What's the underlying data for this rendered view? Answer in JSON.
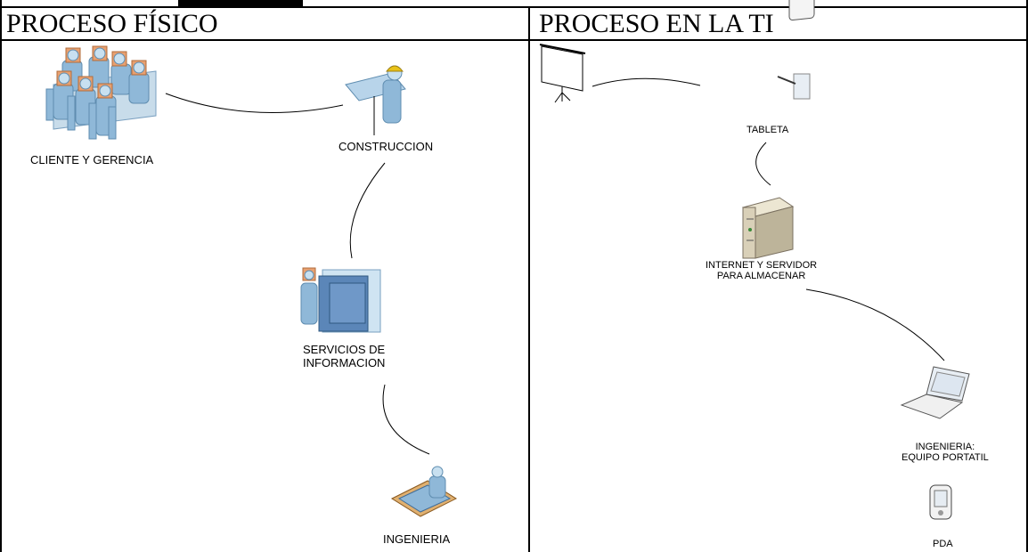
{
  "headers": {
    "left": "PROCESO FÍSICO",
    "right": "PROCESO EN LA TI"
  },
  "left_nodes": {
    "client": "CLIENTE Y GERENCIA",
    "construction": "CONSTRUCCION",
    "info_services_line1": "SERVICIOS DE",
    "info_services_line2": "INFORMACION",
    "engineering": "INGENIERIA"
  },
  "right_nodes": {
    "tablet": "TABLETA",
    "server_line1": "INTERNET Y SERVIDOR",
    "server_line2": "PARA ALMACENAR",
    "laptop_line1": "INGENIERIA:",
    "laptop_line2": "EQUIPO PORTATIL",
    "pda": "PDA"
  },
  "colors": {
    "person_blue": "#8fb8d8",
    "head_orange": "#e8a070",
    "cabinet_blue": "#5b86b8",
    "server_beige": "#d9d0b8",
    "hardhat_yellow": "#e8c21a"
  },
  "icons": [
    "meeting-people-icon",
    "construction-worker-icon",
    "info-services-icon",
    "engineer-desk-icon",
    "projector-screen-icon",
    "tablet-icon",
    "server-tower-icon",
    "laptop-icon",
    "pda-icon"
  ]
}
